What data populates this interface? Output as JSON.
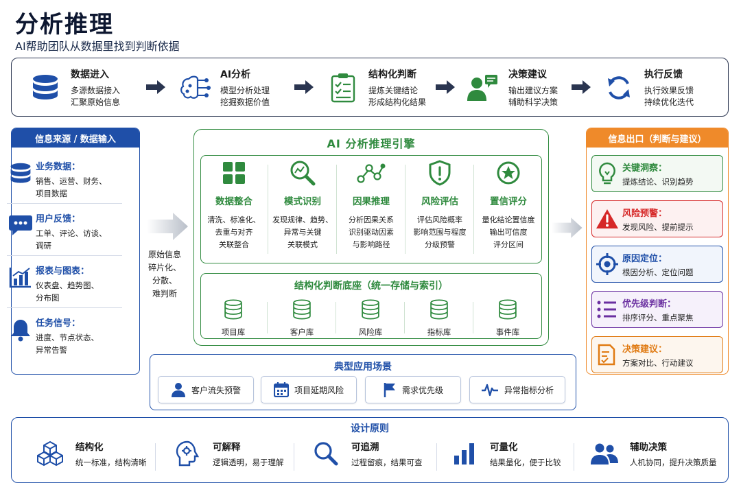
{
  "title": "分析推理",
  "subtitle": "AI帮助团队从数据里找到判断依据",
  "pipeline": [
    {
      "title": "数据进入",
      "lines": [
        "多源数据接入",
        "汇聚原始信息"
      ],
      "icon": "database-icon"
    },
    {
      "title": "AI分析",
      "lines": [
        "模型分析处理",
        "挖掘数据价值"
      ],
      "icon": "ai-brain-icon"
    },
    {
      "title": "结构化判断",
      "lines": [
        "提炼关键结论",
        "形成结构化结果"
      ],
      "icon": "checklist-icon"
    },
    {
      "title": "决策建议",
      "lines": [
        "输出建议方案",
        "辅助科学决策"
      ],
      "icon": "advisor-icon"
    },
    {
      "title": "执行反馈",
      "lines": [
        "执行效果反馈",
        "持续优化迭代"
      ],
      "icon": "refresh-icon"
    }
  ],
  "input_panel": {
    "title": "信息来源 / 数据输入",
    "items": [
      {
        "title": "业务数据：",
        "lines": [
          "销售、运营、财务、",
          "项目数据"
        ],
        "icon": "database-icon"
      },
      {
        "title": "用户反馈：",
        "lines": [
          "工单、评论、访谈、",
          "调研"
        ],
        "icon": "chat-bubble-icon"
      },
      {
        "title": "报表与图表：",
        "lines": [
          "仪表盘、趋势图、",
          "分布图"
        ],
        "icon": "bar-chart-icon"
      },
      {
        "title": "任务信号：",
        "lines": [
          "进度、节点状态、",
          "异常告警"
        ],
        "icon": "bell-icon"
      }
    ]
  },
  "raw_info": [
    "原始信息",
    "碎片化、",
    "分散、",
    "难判断"
  ],
  "engine": {
    "title": "AI 分析推理引擎",
    "modules": [
      {
        "title": "数据整合",
        "lines": [
          "清洗、标准化、",
          "去重与对齐",
          "关联整合"
        ],
        "icon": "grid-icon"
      },
      {
        "title": "模式识别",
        "lines": [
          "发现规律、趋势、",
          "异常与关键",
          "关联模式"
        ],
        "icon": "magnifier-pattern-icon"
      },
      {
        "title": "因果推理",
        "lines": [
          "分析因果关系",
          "识别驱动因素",
          "与影响路径"
        ],
        "icon": "network-icon"
      },
      {
        "title": "风险评估",
        "lines": [
          "评估风险概率",
          "影响范围与程度",
          "分级预警"
        ],
        "icon": "shield-alert-icon"
      },
      {
        "title": "置信评分",
        "lines": [
          "量化结论置信度",
          "输出可信度",
          "评分区间"
        ],
        "icon": "star-badge-icon"
      }
    ],
    "base_title": "结构化判断底座（统一存储与索引）",
    "stores": [
      "项目库",
      "客户库",
      "风险库",
      "指标库",
      "事件库"
    ]
  },
  "output_panel": {
    "title": "信息出口（判断与建议）",
    "items": [
      {
        "title": "关键洞察：",
        "desc": "提炼结论、识别趋势",
        "icon": "lightbulb-icon",
        "color": "#2f8a3e",
        "bg": "#f3f9f3"
      },
      {
        "title": "风险预警：",
        "desc": "发现风险、提前提示",
        "icon": "warning-icon",
        "color": "#d62828",
        "bg": "#fdf1f1"
      },
      {
        "title": "原因定位：",
        "desc": "根因分析、定位问题",
        "icon": "target-icon",
        "color": "#1f4fa8",
        "bg": "#f1f5fc"
      },
      {
        "title": "优先级判断：",
        "desc": "排序评分、重点聚焦",
        "icon": "priority-list-icon",
        "color": "#6a2fa0",
        "bg": "#f6f1fb"
      },
      {
        "title": "决策建议：",
        "desc": "方案对比、行动建议",
        "icon": "document-edit-icon",
        "color": "#e07a12",
        "bg": "#fdf6ee"
      }
    ]
  },
  "scenarios": {
    "title": "典型应用场景",
    "items": [
      {
        "label": "客户流失预警",
        "icon": "user-icon"
      },
      {
        "label": "项目延期风险",
        "icon": "calendar-icon"
      },
      {
        "label": "需求优先级",
        "icon": "flag-icon"
      },
      {
        "label": "异常指标分析",
        "icon": "pulse-icon"
      }
    ]
  },
  "principles": {
    "title": "设计原则",
    "items": [
      {
        "title": "结构化",
        "desc": "统一标准，结构清晰",
        "icon": "cubes-icon"
      },
      {
        "title": "可解释",
        "desc": "逻辑透明，易于理解",
        "icon": "head-gear-icon"
      },
      {
        "title": "可追溯",
        "desc": "过程留痕，结果可查",
        "icon": "search-icon"
      },
      {
        "title": "可量化",
        "desc": "结果量化，便于比较",
        "icon": "bar-chart-icon"
      },
      {
        "title": "辅助决策",
        "desc": "人机协同，提升决策质量",
        "icon": "people-icon"
      }
    ]
  },
  "colors": {
    "navy": "#1f4fa8",
    "green": "#2f8a3e",
    "orange": "#ef8a2a",
    "dark": "#0d1730"
  }
}
